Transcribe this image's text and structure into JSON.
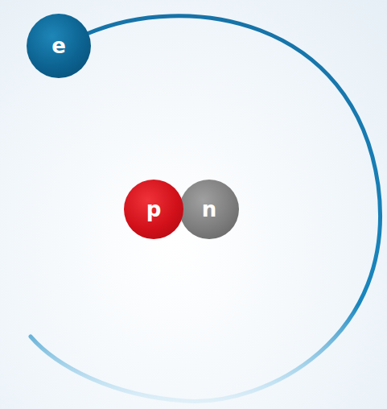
{
  "diagram": {
    "nodes": [
      {
        "text": [
          "e"
        ]
      },
      {
        "text": [
          "p"
        ]
      },
      {
        "text": [
          "n"
        ]
      }
    ]
  }
}
